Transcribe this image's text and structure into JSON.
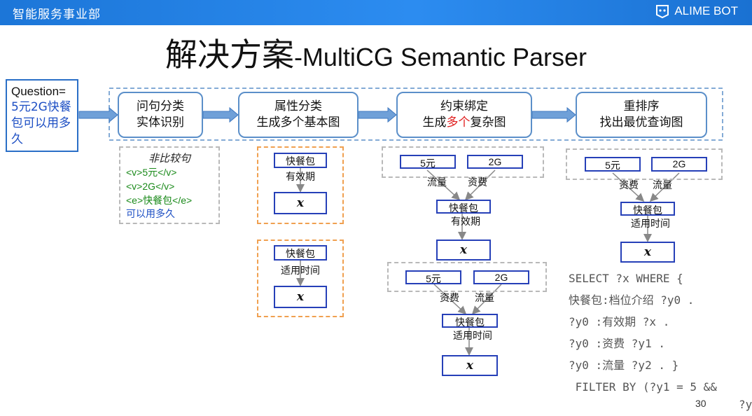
{
  "header": {
    "org": "智能服务事业部",
    "brand": "ALIME BOT"
  },
  "title": {
    "cn": "解决方案",
    "en": "-MultiCG Semantic Parser"
  },
  "question": {
    "label": "Question=",
    "text": "5元2G快餐包可以用多久"
  },
  "stages": [
    {
      "line1": "问句分类",
      "line2": "实体识别"
    },
    {
      "line1": "属性分类",
      "line2": "生成多个基本图"
    },
    {
      "line1": "约束绑定",
      "line2_pre": "生成",
      "line2_hl": "多个",
      "line2_post": "复杂图"
    },
    {
      "line1": "重排序",
      "line2": "找出最优查询图"
    }
  ],
  "classify": {
    "type": "非比较句",
    "tags": [
      "<v>5元</v>",
      "<v>2G</v>",
      "<e>快餐包</e>"
    ],
    "rest": "可以用多久"
  },
  "basic": [
    {
      "entity": "快餐包",
      "relation": "有效期",
      "var": "x"
    },
    {
      "entity": "快餐包",
      "relation": "适用时间",
      "var": "x"
    }
  ],
  "complex": [
    {
      "v1": "5元",
      "v2": "2G",
      "r1": "流量",
      "r2": "资费",
      "entity": "快餐包",
      "relation": "有效期",
      "var": "x"
    },
    {
      "v1": "5元",
      "v2": "2G",
      "r1": "资费",
      "r2": "流量",
      "entity": "快餐包",
      "relation": "适用时间",
      "var": "x"
    }
  ],
  "best": {
    "v1": "5元",
    "v2": "2G",
    "r1": "资费",
    "r2": "流量",
    "entity": "快餐包",
    "relation": "适用时间",
    "var": "x"
  },
  "sql": [
    "SELECT ?x WHERE {",
    "快餐包:档位介绍 ?y0 .",
    "?y0 :有效期 ?x .",
    "?y0 :资费 ?y1 .",
    "?y0 :流量 ?y2 . }",
    " FILTER BY (?y1 = 5 &&"
  ],
  "sql_overflow": "?y",
  "page_number": "30",
  "colors": {
    "header": "#1c76d8",
    "stage_border": "#5b8fc9",
    "node_border": "#2640b8",
    "highlight": "#e02020",
    "tag": "#1a8a1a",
    "dash_orange": "#f0a050"
  }
}
